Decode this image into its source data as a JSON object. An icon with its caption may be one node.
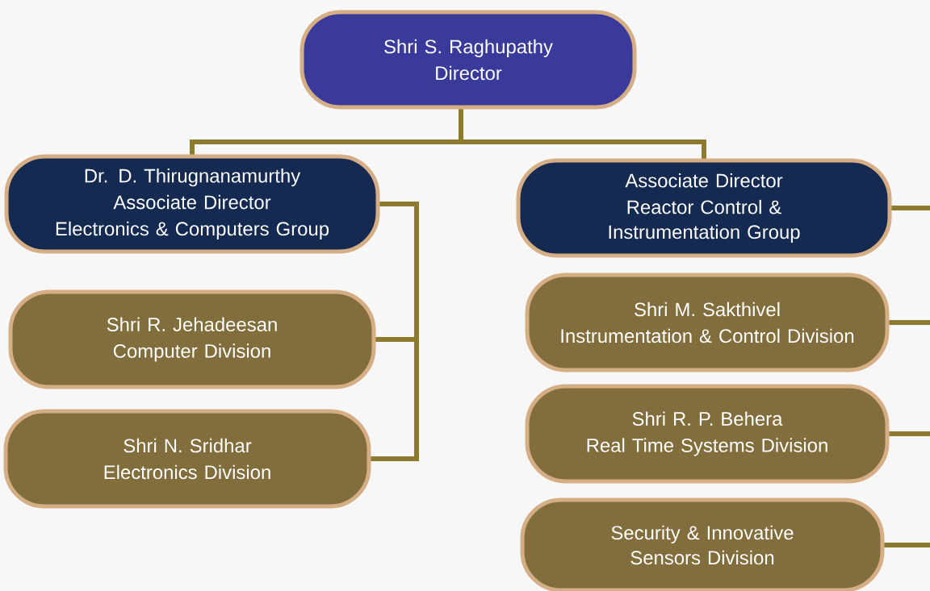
{
  "diagram": {
    "nodes": [
      {
        "text": [
          "Shri S. Raghupathy",
          "Director"
        ]
      },
      {
        "text": [
          "Dr. D. Thirugnanamurthy",
          "Associate Director",
          "Electronics & Computers Group"
        ]
      },
      {
        "text": [
          "Associate Director",
          "Reactor Control & Instrumentation Group"
        ]
      },
      {
        "text": [
          "Shri R. Jehadeesan",
          "Computer Division"
        ]
      },
      {
        "text": [
          "Shri N. Sridhar",
          "Electronics Division"
        ]
      },
      {
        "text": [
          "Shri M. Sakthivel",
          "Instrumentation & Control Division"
        ]
      },
      {
        "text": [
          "Shri R. P. Behera",
          "Real Time Systems Division"
        ]
      },
      {
        "text": [
          "Security & Innovative Sensors Division"
        ]
      }
    ],
    "edges": [
      {
        "from": 0,
        "to": 1,
        "arrow": "none"
      },
      {
        "from": 0,
        "to": 2,
        "arrow": "none"
      },
      {
        "from": 1,
        "to": 3,
        "arrow": "none"
      },
      {
        "from": 1,
        "to": 4,
        "arrow": "none"
      },
      {
        "from": 2,
        "to": null,
        "arrow": "none"
      },
      {
        "from": 5,
        "to": null,
        "arrow": "none"
      },
      {
        "from": 6,
        "to": null,
        "arrow": "none"
      },
      {
        "from": 7,
        "to": null,
        "arrow": "none"
      }
    ]
  }
}
